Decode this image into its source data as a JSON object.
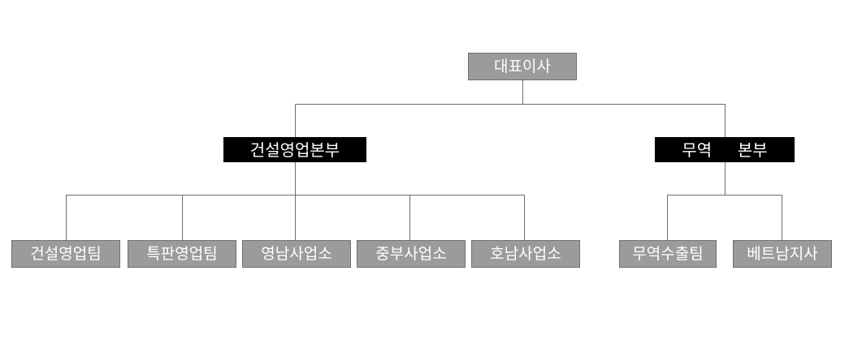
{
  "diagram": {
    "type": "organization-chart",
    "title_text": "",
    "colors": {
      "background": "#ffffff",
      "gray_box_fill": "#9b9b9b",
      "gray_box_border": "#6e6e6e",
      "black_box_fill": "#000000",
      "box_text": "#ffffff",
      "connector_line": "#6e6e6e"
    },
    "levels": [
      {
        "level": 1,
        "nodes": [
          {
            "id": "ceo",
            "label": "대표이사",
            "style": "gray"
          }
        ]
      },
      {
        "level": 2,
        "nodes": [
          {
            "id": "construction-div",
            "label": "건설영업본부",
            "style": "black"
          },
          {
            "id": "trade-div",
            "label": "무역     본부",
            "style": "black"
          }
        ]
      },
      {
        "level": 3,
        "nodes": [
          {
            "id": "construction-sales-team",
            "label": "건설영업팀",
            "style": "gray"
          },
          {
            "id": "special-sales-team",
            "label": "특판영업팀",
            "style": "gray"
          },
          {
            "id": "yeongnam-office",
            "label": "영남사업소",
            "style": "gray"
          },
          {
            "id": "jungbu-office",
            "label": "중부사업소",
            "style": "gray"
          },
          {
            "id": "honam-office",
            "label": "호남사업소",
            "style": "gray"
          },
          {
            "id": "trade-export-team",
            "label": "무역수출팀",
            "style": "gray"
          },
          {
            "id": "vietnam-branch",
            "label": "베트남지사",
            "style": "gray"
          }
        ]
      }
    ],
    "edges": [
      {
        "from": "ceo",
        "to": "construction-div"
      },
      {
        "from": "ceo",
        "to": "trade-div"
      },
      {
        "from": "construction-div",
        "to": "construction-sales-team"
      },
      {
        "from": "construction-div",
        "to": "special-sales-team"
      },
      {
        "from": "construction-div",
        "to": "yeongnam-office"
      },
      {
        "from": "construction-div",
        "to": "jungbu-office"
      },
      {
        "from": "construction-div",
        "to": "honam-office"
      },
      {
        "from": "trade-div",
        "to": "trade-export-team"
      },
      {
        "from": "trade-div",
        "to": "vietnam-branch"
      }
    ]
  }
}
